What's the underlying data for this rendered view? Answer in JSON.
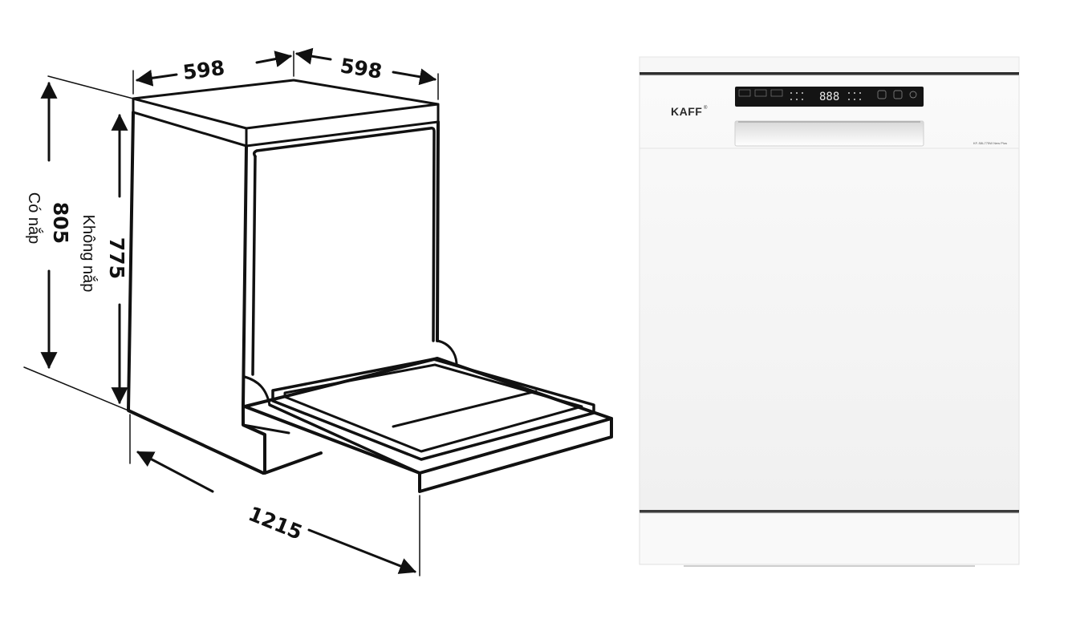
{
  "dimensions": {
    "depth_top": "598",
    "width_top": "598",
    "height_with_lid": "805",
    "height_with_lid_label": "Có nắp",
    "height_without_lid": "775",
    "height_without_lid_label": "Không nắp",
    "open_depth": "1215"
  },
  "product": {
    "brand": "KAFF",
    "brand_mark": "®",
    "model": "KF-S8L775W New Plus",
    "display_digits": "888",
    "color": "#ffffff"
  }
}
